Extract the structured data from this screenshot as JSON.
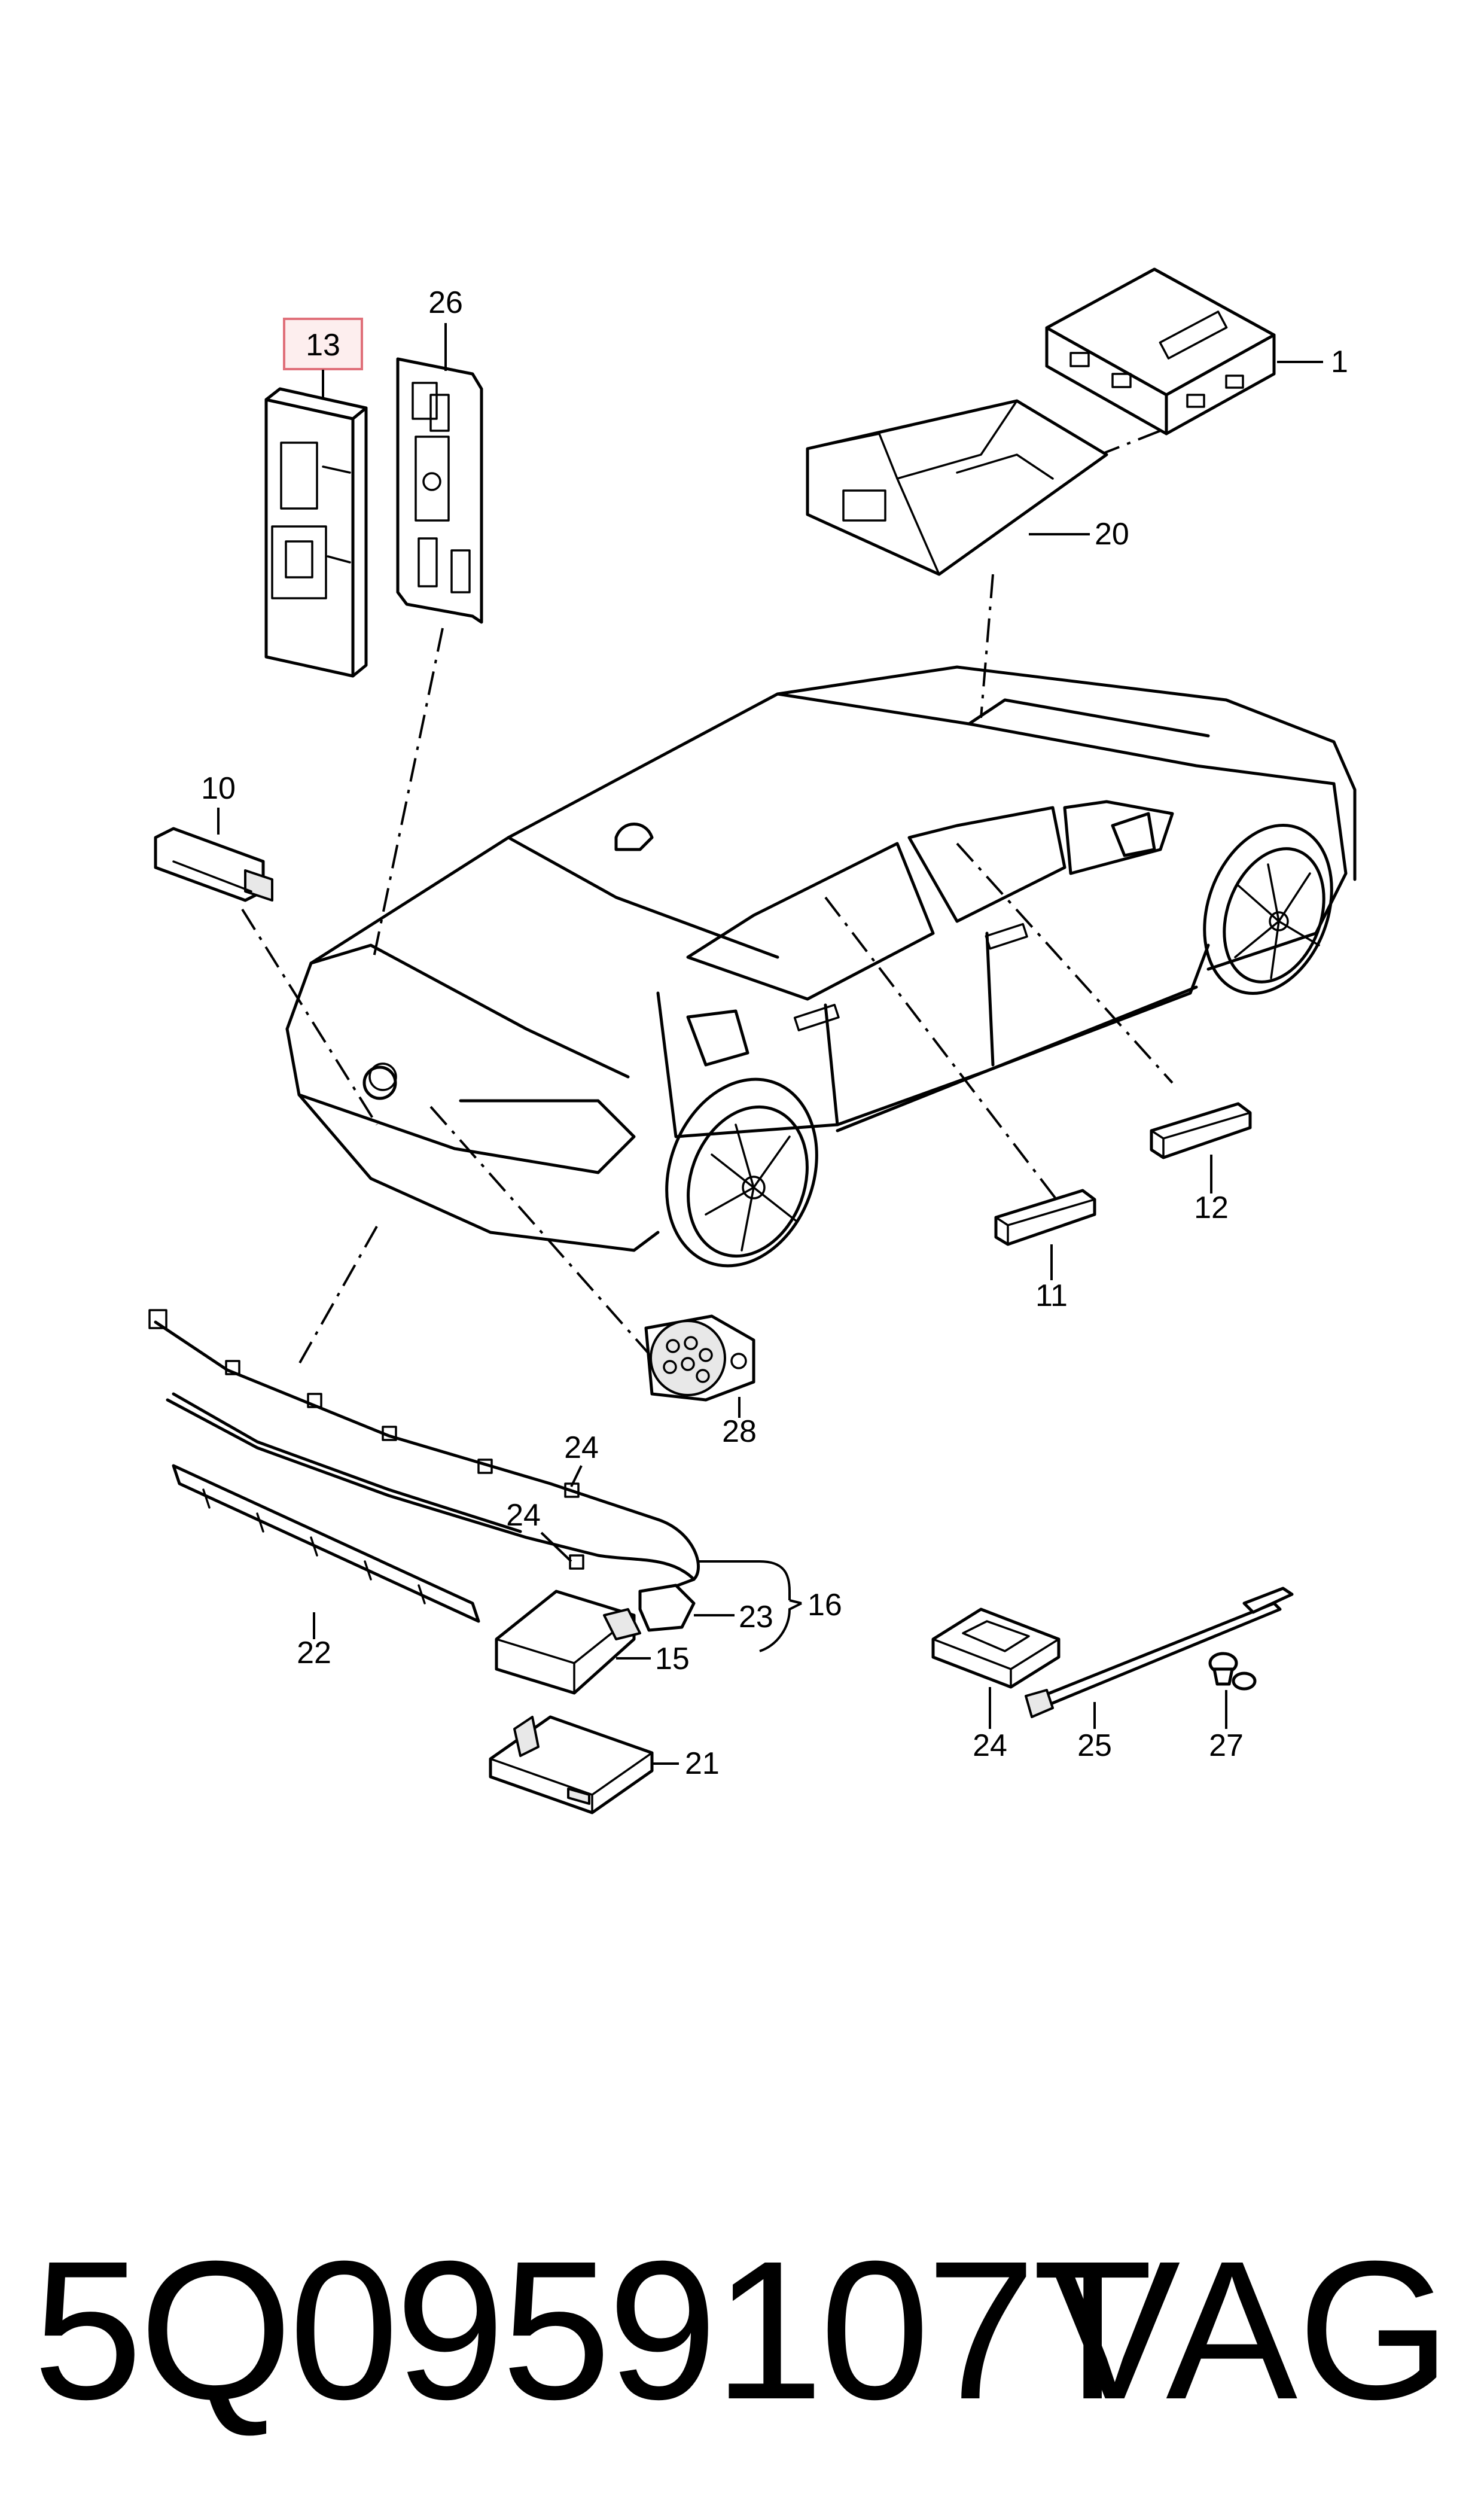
{
  "diagram": {
    "callouts": {
      "c1": "1",
      "c10": "10",
      "c11": "11",
      "c12": "12",
      "c13": "13",
      "c15": "15",
      "c16": "16",
      "c20": "20",
      "c21": "21",
      "c22": "22",
      "c23": "23",
      "c24a": "24",
      "c24b": "24",
      "c24c": "24",
      "c25": "25",
      "c26": "26",
      "c27": "27",
      "c28": "28"
    },
    "highlight_color": "#e0707a"
  },
  "footer": {
    "part_number": "5Q0959107T",
    "brand": "VAG"
  }
}
